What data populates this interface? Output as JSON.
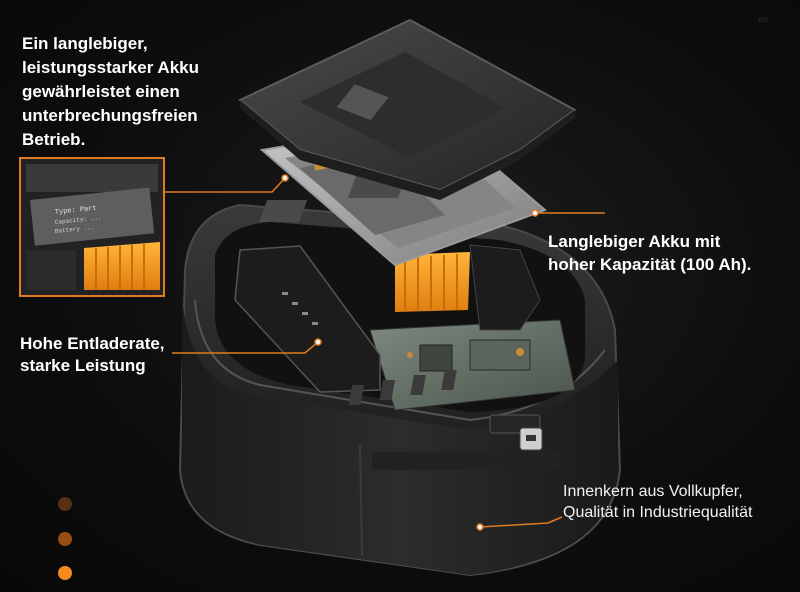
{
  "texts": {
    "top_left": [
      "Ein langlebiger,",
      "leistungsstarker Akku",
      "gewährleistet einen",
      "unterbrechungsfreien",
      "Betrieb."
    ],
    "right": [
      "Langlebiger Akku mit",
      "hoher Kapazität (100 Ah)."
    ],
    "left_middle": [
      "Hohe Entladerate,",
      "starke Leistung"
    ],
    "bottom_right": [
      "Innenkern aus Vollkupfer,",
      "Qualität in Industriequalität"
    ]
  },
  "inset_text": [
    "Type: Part",
    "Capacity: ...",
    "Battery ..."
  ],
  "watermark": "en",
  "dots": [
    {
      "color": "#5a2f12"
    },
    {
      "color": "#9a4d12"
    },
    {
      "color": "#f58a1f"
    }
  ],
  "colors": {
    "accent": "#e07b22",
    "text": "#ffffff",
    "background": "#0c0c0c"
  }
}
